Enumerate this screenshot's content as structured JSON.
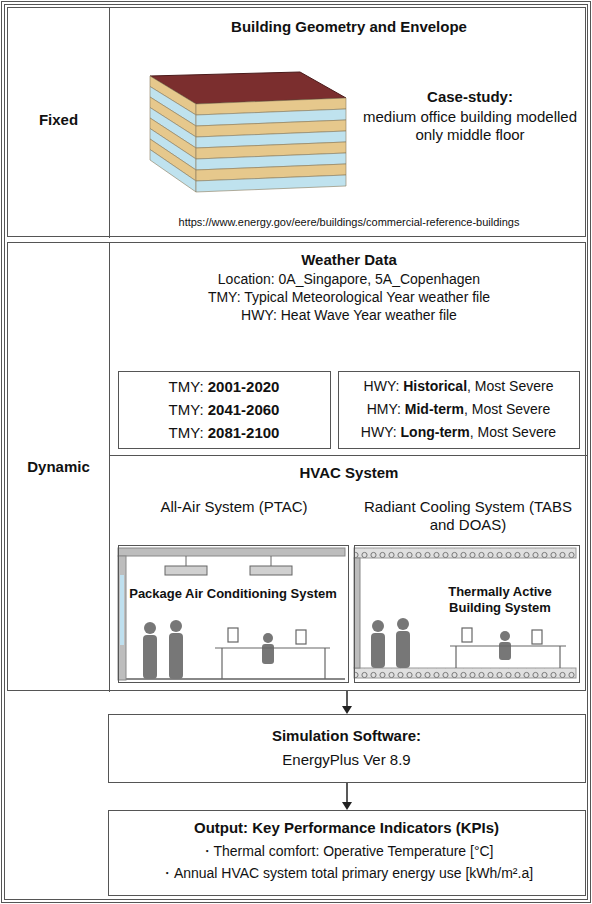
{
  "diagram": {
    "nodes": [
      {
        "text": [
          "Fixed"
        ]
      },
      {
        "text": [
          "Building Geometry and Envelope",
          "Case-study:",
          "medium office building modelled only middle floor",
          "https://www.energy.gov/eere/buildings/commercial-reference-buildings"
        ],
        "in": 0
      },
      {
        "text": [
          "Dynamic"
        ]
      },
      {
        "text": [
          "Weather Data",
          "Location: 0A_Singapore, 5A_Copenhagen",
          "TMY: Typical Meteorological Year weather file",
          "HWY: Heat Wave Year weather file"
        ],
        "in": 2
      },
      {
        "text": [
          "TMY: 2001-2020",
          "TMY: 2041-2060",
          "TMY: 2081-2100"
        ],
        "in": 3
      },
      {
        "text": [
          "HWY: Historical, Most Severe",
          "HMY: Mid-term, Most Severe",
          "HWY: Long-term, Most Severe"
        ],
        "in": 3
      },
      {
        "text": [
          "HVAC System"
        ],
        "in": 2
      },
      {
        "text": [
          "All-Air System (PTAC)",
          "Package Air Conditioning System"
        ],
        "in": 6
      },
      {
        "text": [
          "Radiant Cooling System (TABS and DOAS)",
          "Thermally Active Building System"
        ],
        "in": 6
      },
      {
        "text": [
          "Simulation Software:",
          "EnergyPlus Ver 8.9"
        ]
      },
      {
        "text": [
          "Output: Key Performance Indicators (KPIs)",
          "・Thermal comfort: Operative Temperature [°C]",
          "・Annual HVAC system total primary energy use [kWh/m².a]"
        ]
      }
    ],
    "edges": [
      {
        "from": 2,
        "to": 9,
        "arrow": "to"
      },
      {
        "from": 9,
        "to": 10,
        "arrow": "to"
      }
    ]
  }
}
